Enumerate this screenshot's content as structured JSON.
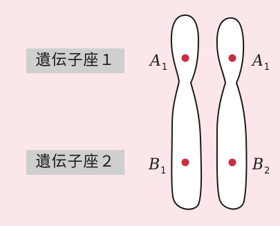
{
  "loci": {
    "locus1": "遺伝子座１",
    "locus2": "遺伝子座２"
  },
  "alleles": {
    "left_top": {
      "letter": "A",
      "sub": "1"
    },
    "right_top": {
      "letter": "A",
      "sub": "1"
    },
    "left_bottom": {
      "letter": "B",
      "sub": "1"
    },
    "right_bottom": {
      "letter": "B",
      "sub": "2"
    }
  },
  "colors": {
    "background": "#fbe6e9",
    "label_box": "#cfcfcf",
    "chromosome_fill": "#ffffff",
    "chromosome_outline": "#1a1a1a",
    "locus_dot": "#c9303f"
  }
}
